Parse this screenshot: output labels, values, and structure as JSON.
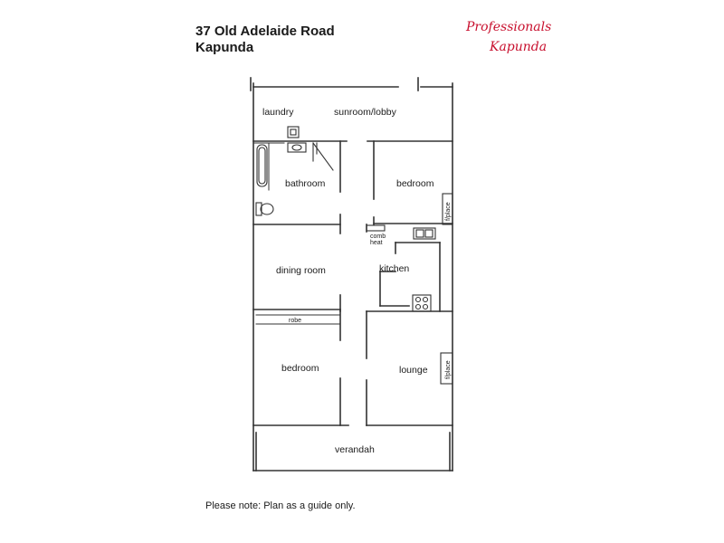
{
  "header": {
    "address_line1": "37 Old Adelaide Road",
    "address_line2": "Kapunda"
  },
  "brand": {
    "line1": "Professionals",
    "line2": "Kapunda",
    "color": "#c8102e"
  },
  "rooms": {
    "laundry": "laundry",
    "sunroom": "sunroom/lobby",
    "bathroom": "bathroom",
    "bedroom_top": "bedroom",
    "fplace_top": "f/place",
    "comb_heat_1": "comb",
    "comb_heat_2": "heat",
    "kitchen": "kitchen",
    "dining": "dining room",
    "robe": "robe",
    "bedroom_bottom": "bedroom",
    "lounge": "lounge",
    "fplace_bottom": "f/place",
    "verandah": "verandah"
  },
  "footer": {
    "note": "Please note: Plan as a guide only."
  }
}
